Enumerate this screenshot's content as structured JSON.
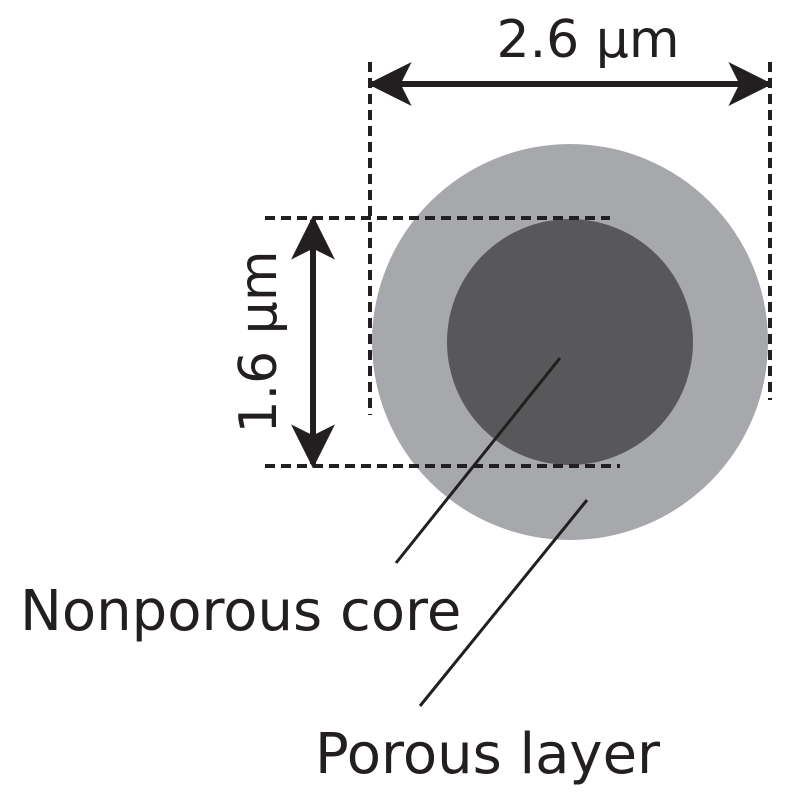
{
  "dimensions": {
    "outer_diameter": "2.6 µm",
    "core_diameter": "1.6 µm"
  },
  "labels": {
    "core": "Nonporous core",
    "porous_layer": "Porous layer"
  },
  "colors": {
    "porous_layer": "#a7a8ab",
    "core": "#58585a",
    "ink": "#231f20",
    "background": "#ffffff"
  }
}
